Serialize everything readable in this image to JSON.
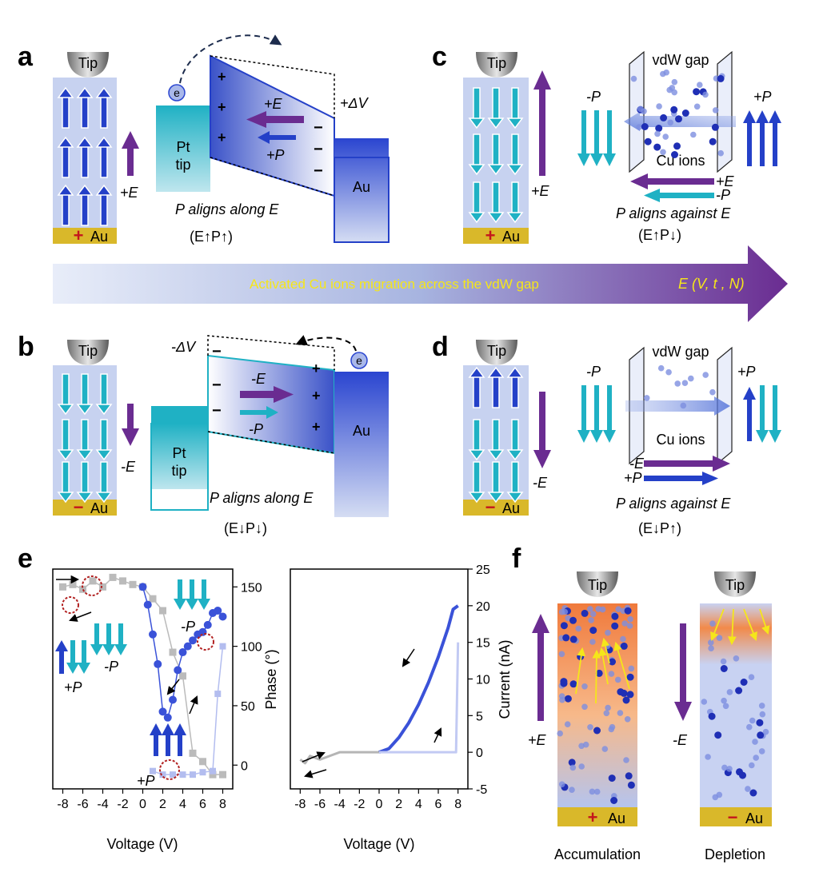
{
  "panel_labels": {
    "a": "a",
    "b": "b",
    "c": "c",
    "d": "d",
    "e": "e",
    "f": "f"
  },
  "common": {
    "tip": "Tip",
    "au": "Au",
    "pt": "Pt",
    "tip_lc": "tip",
    "electron": "e",
    "plus": "+",
    "minus": "−"
  },
  "panel_a": {
    "field": "+E",
    "pol": "+P",
    "dv": "+ΔV",
    "caption": "P aligns along E",
    "state": "(E↑P↑)"
  },
  "panel_b": {
    "field": "-E",
    "pol": "-P",
    "dv": "-ΔV",
    "caption": "P aligns along E",
    "state": "(E↓P↓)"
  },
  "panel_c": {
    "field": "+E",
    "pol_left": "-P",
    "pol_right": "+P",
    "gap": "vdW gap",
    "ions": "Cu ions",
    "arrow_e": "+E",
    "arrow_p": "-P",
    "caption": "P aligns against E",
    "state": "(E↑P↓)"
  },
  "panel_d": {
    "field": "-E",
    "pol_left": "-P",
    "pol_right": "+P",
    "gap": "vdW gap",
    "ions": "Cu ions",
    "arrow_e": "-E",
    "arrow_p": "+P",
    "caption": "P aligns against E",
    "state": "(E↓P↑)"
  },
  "banner": {
    "text": "Activated Cu ions migration across the vdW gap",
    "right": "E (V, t , N)"
  },
  "panel_e_left": {
    "xlabel": "Voltage (V)",
    "ylabel": "Phase (°)",
    "xticks": [
      "-8",
      "-6",
      "-4",
      "-2",
      "0",
      "2",
      "4",
      "6",
      "8"
    ],
    "yticks": [
      "0",
      "50",
      "100",
      "150"
    ],
    "labels": {
      "neg_p": "-P",
      "pos_p": "+P",
      "neg_p2": "-P"
    }
  },
  "panel_e_right": {
    "xlabel": "Voltage (V)",
    "ylabel": "Current (nA)",
    "xticks": [
      "-8",
      "-6",
      "-4",
      "-2",
      "0",
      "2",
      "4",
      "6",
      "8"
    ],
    "yticks": [
      "-5",
      "0",
      "5",
      "10",
      "15",
      "20",
      "25"
    ]
  },
  "panel_f": {
    "left_field": "+E",
    "right_field": "-E",
    "left_caption": "Accumulation",
    "right_caption": "Depletion"
  },
  "colors": {
    "purple": "#6a2c91",
    "blue": "#2440c8",
    "cyan": "#1fb1c4",
    "gold": "#d9b82a",
    "red": "#c4161c",
    "light_blue": "#c7d2f0",
    "orange": "#f29a5a"
  },
  "chart_data": [
    {
      "type": "scatter",
      "xlabel": "Voltage (V)",
      "ylabel": "Phase (°)",
      "xlim": [
        -9,
        9
      ],
      "ylim": [
        -20,
        165
      ],
      "series": [
        {
          "x": [
            -8,
            -7,
            -6,
            -5,
            -4,
            -3,
            -2,
            -1,
            0,
            1,
            2,
            3,
            4,
            5,
            6,
            7,
            8
          ],
          "y": [
            150,
            152,
            148,
            155,
            150,
            158,
            155,
            152,
            150,
            140,
            130,
            95,
            75,
            10,
            3,
            -8,
            -8
          ]
        },
        {
          "x": [
            0,
            0.5,
            1,
            1.5,
            2,
            2.5,
            3,
            3.5,
            4,
            4.5,
            5,
            5.5,
            6,
            6.5,
            7,
            7.5,
            8
          ],
          "y": [
            150,
            135,
            110,
            85,
            45,
            40,
            55,
            80,
            95,
            100,
            105,
            110,
            112,
            118,
            128,
            130,
            125
          ]
        },
        {
          "x": [
            1,
            2,
            3,
            4,
            5,
            6,
            7,
            7.5,
            8
          ],
          "y": [
            -5,
            -8,
            -8,
            -8,
            -8,
            -6,
            -5,
            60,
            100
          ]
        }
      ]
    },
    {
      "type": "line",
      "xlabel": "Voltage (V)",
      "ylabel": "Current (nA)",
      "xlim": [
        -9,
        9
      ],
      "ylim": [
        -5,
        25
      ],
      "series": [
        {
          "x": [
            -8,
            -7.5,
            -7,
            -6,
            -5,
            -4,
            -3,
            -2,
            -1,
            0
          ],
          "y": [
            -1,
            -1.5,
            -0.5,
            -1,
            -0.5,
            0,
            0,
            0,
            0,
            0
          ]
        },
        {
          "x": [
            0,
            1,
            2,
            3,
            4,
            5,
            6,
            7,
            7.5,
            8
          ],
          "y": [
            0,
            0.5,
            2,
            4,
            6.5,
            9.5,
            13,
            17,
            19.5,
            20
          ]
        },
        {
          "x": [
            0,
            1,
            2,
            3,
            4,
            5,
            6,
            7,
            7.8,
            8
          ],
          "y": [
            0,
            0,
            0,
            0,
            0,
            0,
            0,
            0,
            0,
            15
          ]
        }
      ]
    }
  ]
}
